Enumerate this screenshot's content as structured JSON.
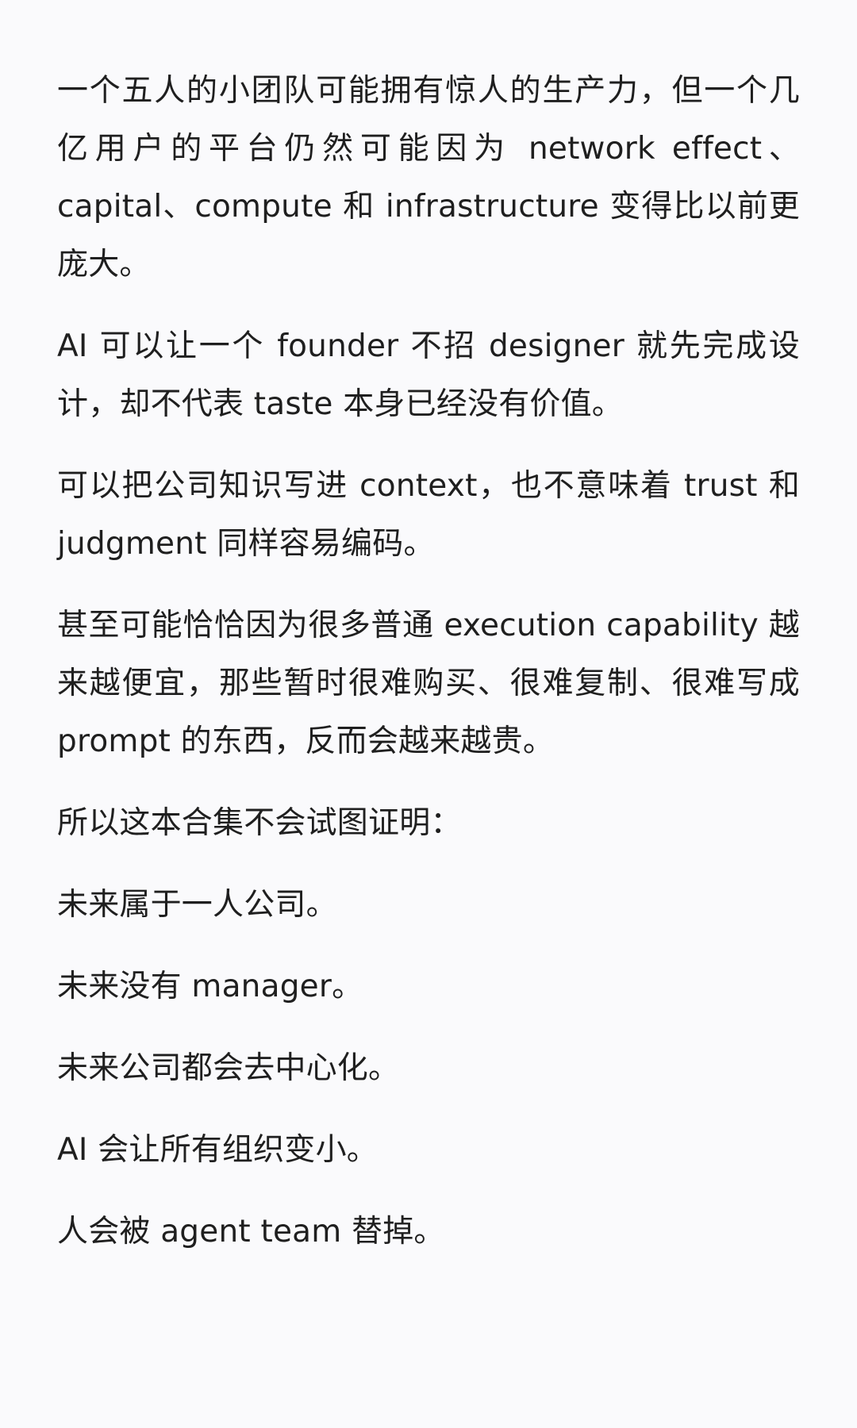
{
  "article": {
    "paragraphs": [
      "一个五人的小团队可能拥有惊人的生产力，但一个几亿用户的平台仍然可能因为 network effect、capital、compute 和 infrastructure 变得比以前更庞大。",
      "AI 可以让一个 founder 不招 designer 就先完成设计，却不代表 taste 本身已经没有价值。",
      "可以把公司知识写进 context，也不意味着 trust 和 judgment 同样容易编码。",
      "甚至可能恰恰因为很多普通 execution capability 越来越便宜，那些暂时很难购买、很难复制、很难写成 prompt 的东西，反而会越来越贵。",
      "所以这本合集不会试图证明：",
      "未来属于一人公司。",
      "未来没有 manager。",
      "未来公司都会去中心化。",
      "AI 会让所有组织变小。",
      "人会被 agent team 替掉。"
    ]
  }
}
